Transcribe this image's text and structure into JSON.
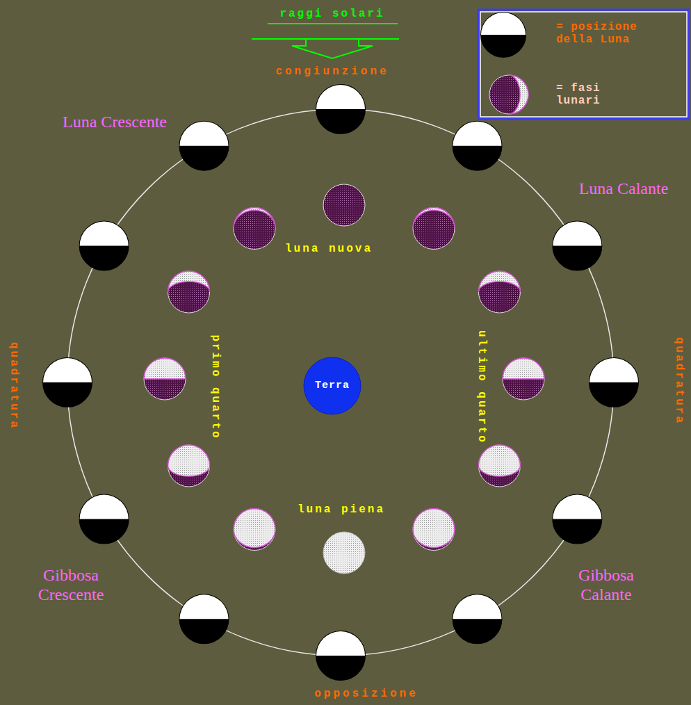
{
  "diagram": {
    "nodes": [
      {
        "text": [
          "Terra"
        ]
      }
    ],
    "labels": [
      "raggi solari",
      "congiunzione",
      "Luna Crescente",
      "Luna Calante",
      "luna nuova",
      "primo quarto",
      "ultimo quarto",
      "quadratura",
      "quadratura",
      "luna piena",
      "Gibbosa Crescente",
      "Gibbosa Calante",
      "opposizione"
    ],
    "legend": [
      {
        "text": "= posizione della Luna"
      },
      {
        "text": "= fasi lunari"
      }
    ]
  }
}
